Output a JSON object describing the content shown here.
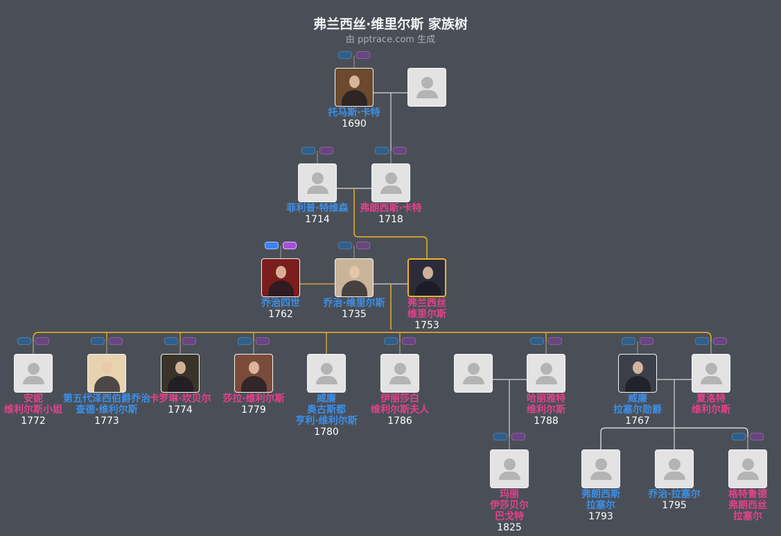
{
  "header": {
    "title": "弗兰西丝·维里尔斯 家族树",
    "subtitle": "由 pptrace.com 生成"
  },
  "colors": {
    "background": "#4a4f57",
    "male": "#3b8fe8",
    "female": "#e3428a",
    "line": "#d6d6d6",
    "highlight_line": "#f0b429"
  },
  "persons": [
    {
      "id": "thomas",
      "gender": "male",
      "avatar": "photo",
      "lines": [
        "托马斯·卡特"
      ],
      "year": "1690"
    },
    {
      "id": "thomas_spouse",
      "gender": "unknown",
      "avatar": "placeholder",
      "lines": [],
      "year": ""
    },
    {
      "id": "philip",
      "gender": "male",
      "avatar": "placeholder",
      "lines": [
        "菲利普·特维森"
      ],
      "year": "1714"
    },
    {
      "id": "frances_carter",
      "gender": "female",
      "avatar": "placeholder",
      "lines": [
        "弗朗西斯·卡特"
      ],
      "year": "1718"
    },
    {
      "id": "george4",
      "gender": "male",
      "avatar": "photo",
      "lines": [
        "乔治四世"
      ],
      "year": "1762"
    },
    {
      "id": "george_villiers",
      "gender": "male",
      "avatar": "photo",
      "lines": [
        "乔治·维里尔斯"
      ],
      "year": "1735"
    },
    {
      "id": "frances",
      "gender": "female",
      "avatar": "photo",
      "lines": [
        "弗兰西丝",
        "维里尔斯"
      ],
      "year": "1753",
      "focus": true
    },
    {
      "id": "anne",
      "gender": "female",
      "avatar": "placeholder",
      "lines": [
        "安妮",
        "维利尔斯小姐"
      ],
      "year": "1772"
    },
    {
      "id": "jersey5",
      "gender": "male",
      "avatar": "photo",
      "lines": [
        "第五代泽西伯爵乔治",
        "查德·维利尔斯"
      ],
      "year": "1773"
    },
    {
      "id": "caroline",
      "gender": "female",
      "avatar": "photo",
      "lines": [
        "卡罗琳·坎贝尔"
      ],
      "year": "1774"
    },
    {
      "id": "sarah",
      "gender": "female",
      "avatar": "photo",
      "lines": [
        "莎拉·维利尔斯"
      ],
      "year": "1779"
    },
    {
      "id": "william_augustus",
      "gender": "male",
      "avatar": "placeholder",
      "lines": [
        "威廉",
        "奥古斯都",
        "亨利·维利尔斯"
      ],
      "year": "1780"
    },
    {
      "id": "elizabeth",
      "gender": "female",
      "avatar": "placeholder",
      "lines": [
        "伊丽莎白",
        "维利尔斯夫人"
      ],
      "year": "1786"
    },
    {
      "id": "harriet_spouse",
      "gender": "unknown",
      "avatar": "placeholder",
      "lines": [],
      "year": ""
    },
    {
      "id": "harriet",
      "gender": "female",
      "avatar": "placeholder",
      "lines": [
        "哈丽雅特",
        "维利尔斯"
      ],
      "year": "1788"
    },
    {
      "id": "william_russell",
      "gender": "male",
      "avatar": "photo",
      "lines": [
        "威廉",
        "拉塞尔勋爵"
      ],
      "year": "1767"
    },
    {
      "id": "charlotte",
      "gender": "female",
      "avatar": "placeholder",
      "lines": [
        "夏洛特",
        "维利尔斯"
      ],
      "year": ""
    },
    {
      "id": "mary",
      "gender": "female",
      "avatar": "placeholder",
      "lines": [
        "玛丽",
        "伊莎贝尔",
        "巴戈特"
      ],
      "year": "1825"
    },
    {
      "id": "francis_russell",
      "gender": "male",
      "avatar": "placeholder",
      "lines": [
        "弗朗西斯",
        "拉塞尔"
      ],
      "year": "1793"
    },
    {
      "id": "george_russell",
      "gender": "male",
      "avatar": "placeholder",
      "lines": [
        "乔治·拉塞尔"
      ],
      "year": "1795"
    },
    {
      "id": "gertrude",
      "gender": "female",
      "avatar": "placeholder",
      "lines": [
        "格特鲁德",
        "弗朗西丝",
        "拉塞尔"
      ],
      "year": ""
    }
  ],
  "tags": [
    {
      "for": "thomas",
      "highlight": false
    },
    {
      "for": "philip",
      "highlight": false
    },
    {
      "for": "frances_carter",
      "highlight": false
    },
    {
      "for": "george4",
      "highlight": true
    },
    {
      "for": "george_villiers",
      "highlight": false
    },
    {
      "for": "anne",
      "highlight": false
    },
    {
      "for": "jersey5",
      "highlight": false
    },
    {
      "for": "caroline",
      "highlight": false
    },
    {
      "for": "sarah",
      "highlight": false
    },
    {
      "for": "elizabeth",
      "highlight": false
    },
    {
      "for": "harriet",
      "highlight": false
    },
    {
      "for": "william_russell",
      "highlight": false
    },
    {
      "for": "charlotte",
      "highlight": false
    },
    {
      "for": "mary",
      "highlight": false
    },
    {
      "for": "gertrude",
      "highlight": false
    }
  ]
}
